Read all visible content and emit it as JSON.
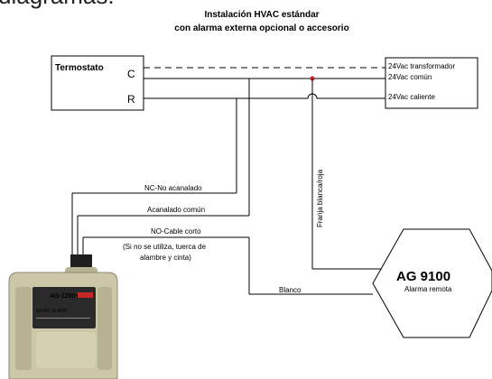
{
  "page": {
    "cut_heading": "diagramas.",
    "title_line1": "Instalación HVAC estándar",
    "title_line2": "con alarma externa opcional o accesorio"
  },
  "thermostat": {
    "label": "Termostato",
    "terminal_c": "C",
    "terminal_r": "R"
  },
  "transformer": {
    "line1": "24Vac transformador",
    "line2": "24Vac común",
    "line3": "24Vac caliente"
  },
  "wires": {
    "nc": "NC-No acanalado",
    "common": "Acanalado común",
    "no_short": "NO-Cable corto",
    "note_line1": "(Si no se utiliza, tuerca de",
    "note_line2": "alambre y cinta)",
    "white": "Blanco",
    "stripe": "Franja blanca/roja"
  },
  "alarm": {
    "model": "AG 9100",
    "caption": "Alarma remota"
  },
  "device": {
    "model": "AG-1200+",
    "sub": "NO/NC ALARM"
  },
  "colors": {
    "line": "#000000",
    "junction": "#cc2222",
    "device_body": "#c8c4a4",
    "device_cap": "#222222",
    "label_red": "#c62828"
  }
}
